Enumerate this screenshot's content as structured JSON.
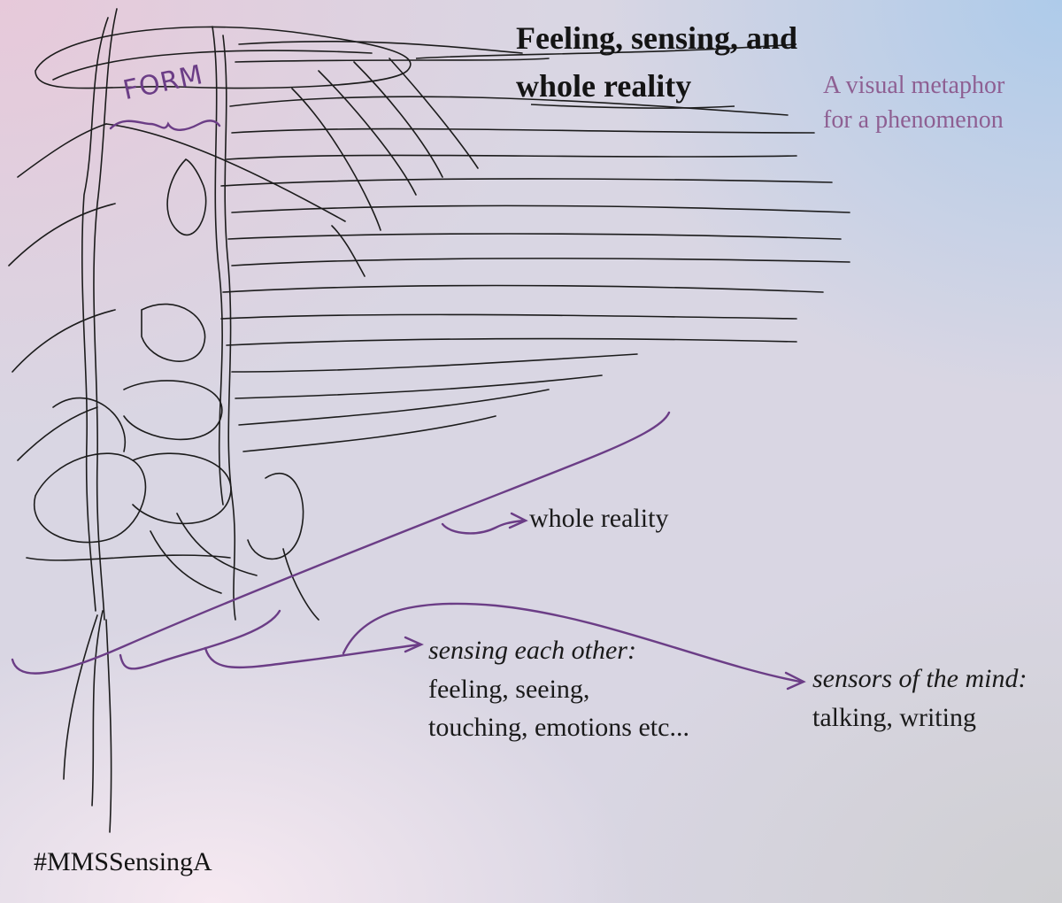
{
  "title": {
    "line1": "Feeling, sensing, and",
    "line2": "whole reality"
  },
  "subtitle": {
    "line1": "A visual metaphor",
    "line2": "for a phenomenon"
  },
  "form_label": "FORM",
  "labels": {
    "whole_reality": "whole reality",
    "sensing_each_other": {
      "heading": "sensing each other:",
      "line1": "feeling, seeing,",
      "line2": "touching, emotions etc..."
    },
    "sensors_of_mind": {
      "heading": "sensors of the mind:",
      "line1": "talking, writing"
    }
  },
  "hashtag": "#MMSSensingA",
  "colors": {
    "ink": "#141414",
    "accent_purple": "#6b3d86",
    "subtitle_purple": "#8e5f92"
  }
}
